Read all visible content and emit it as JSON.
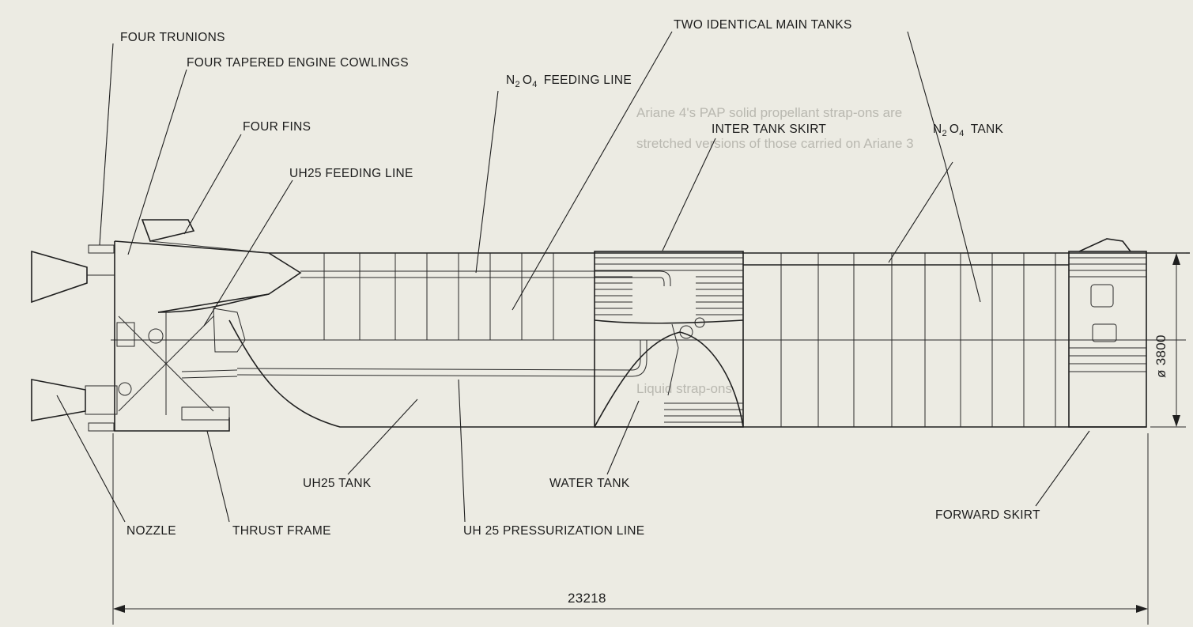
{
  "labels": {
    "four_trunions": "FOUR TRUNIONS",
    "four_tapered_engine_cowlings": "FOUR TAPERED ENGINE COWLINGS",
    "n2o4_feeding_line": "N",
    "n2o4_feeding_line_sub": "2",
    "n2o4_feeding_line_o": "O",
    "n2o4_feeding_line_sub2": "4",
    "n2o4_feeding_line_tail": "FEEDING LINE",
    "four_fins": "FOUR FINS",
    "uh25_feeding_line": "UH25 FEEDING LINE",
    "two_identical_main_tanks": "TWO IDENTICAL MAIN TANKS",
    "inter_tank_skirt": "INTER TANK SKIRT",
    "n2o4_tank_n": "N",
    "n2o4_tank_sub": "2",
    "n2o4_tank_o": "O",
    "n2o4_tank_sub2": "4",
    "n2o4_tank_tail": "TANK",
    "uh25_tank": "UH25 TANK",
    "water_tank": "WATER TANK",
    "nozzle": "NOZZLE",
    "thrust_frame": "THRUST FRAME",
    "uh25_pressurization_line": "UH 25 PRESSURIZATION LINE",
    "forward_skirt": "FORWARD SKIRT"
  },
  "dimensions": {
    "length": "23218",
    "diameter": "ø 3800"
  },
  "background_text": {
    "line_a": "Ariane 4's PAP solid propellant strap-ons are",
    "line_b": "stretched versions of those carried on Ariane 3",
    "line_c": "Liquid strap-ons"
  }
}
